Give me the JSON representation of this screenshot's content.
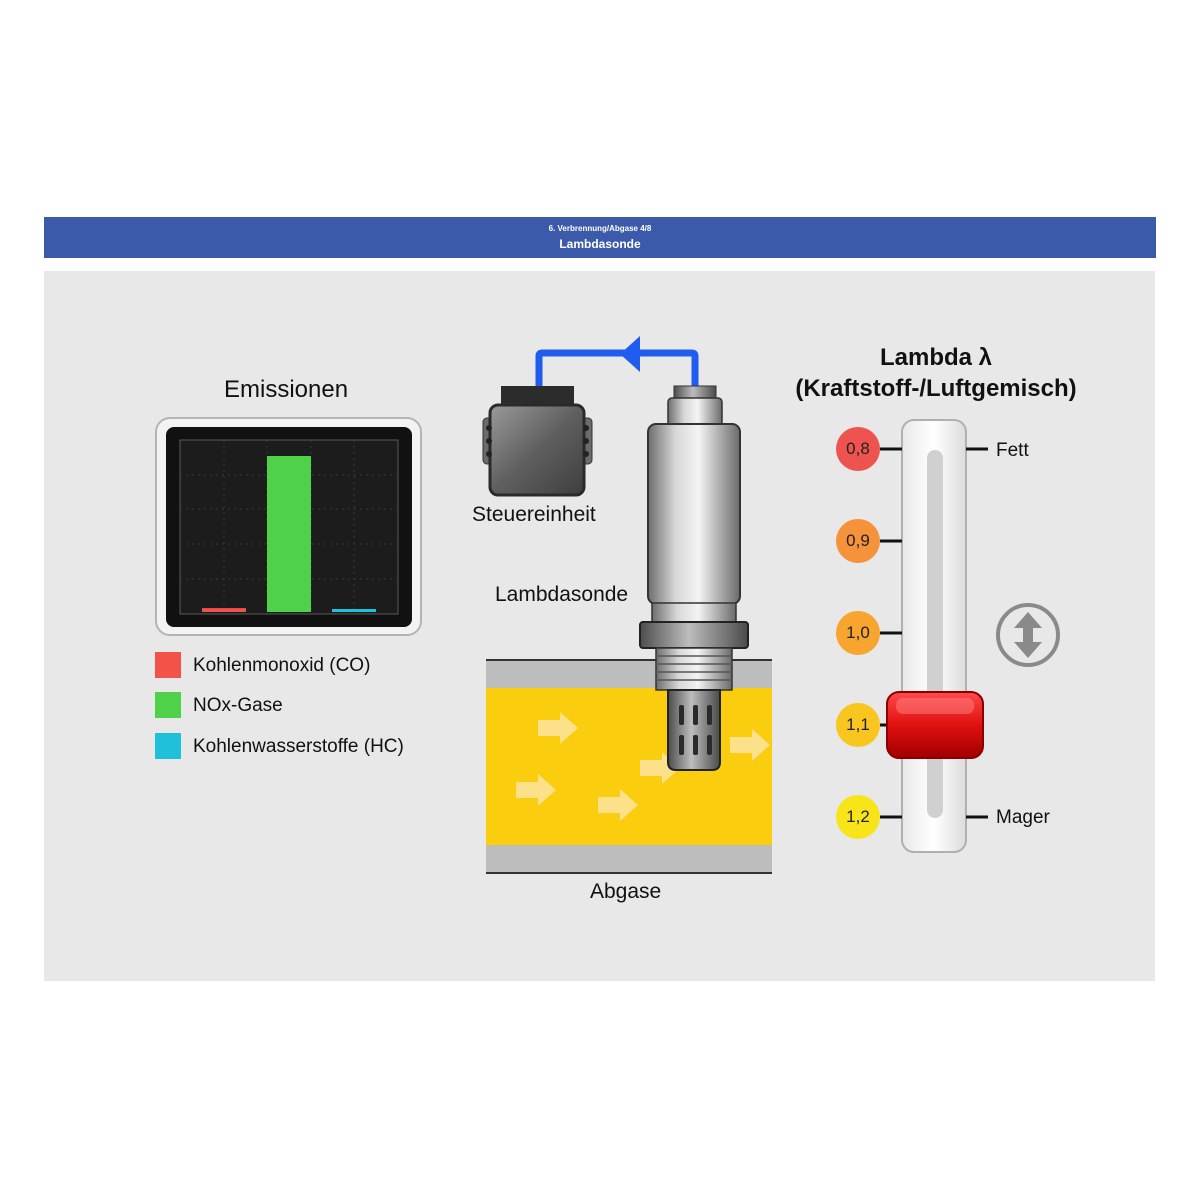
{
  "header": {
    "section": "6. Verbrennung/Abgase 4/8",
    "title": "Lambdasonde",
    "color": "#3b5aaa"
  },
  "emissions": {
    "title": "Emissionen",
    "legend": [
      {
        "label": "Kohlenmonoxid (CO)",
        "color": "#f2524a"
      },
      {
        "label": "NOx-Gase",
        "color": "#4fd14a"
      },
      {
        "label": "Kohlenwasserstoffe (HC)",
        "color": "#1fc0d9"
      }
    ]
  },
  "chart_data": {
    "type": "bar",
    "categories": [
      "Kohlenmonoxid (CO)",
      "NOx-Gase",
      "Kohlenwasserstoffe (HC)"
    ],
    "values": [
      0.025,
      1.0,
      0.015
    ],
    "ylim": [
      0,
      1.1
    ],
    "grid": true
  },
  "diagram": {
    "control_unit_label": "Steuereinheit",
    "sensor_label": "Lambdasonde",
    "exhaust_label": "Abgase"
  },
  "lambda": {
    "title": "Lambda λ (Kraftstoff-/Luftgemisch)",
    "scale": [
      {
        "value": "0,8",
        "color": "#ef5350"
      },
      {
        "value": "0,9",
        "color": "#f5923a"
      },
      {
        "value": "1,0",
        "color": "#f7a52e"
      },
      {
        "value": "1,1",
        "color": "#f8c61f"
      },
      {
        "value": "1,2",
        "color": "#f7e51a"
      }
    ],
    "rich_label": "Fett",
    "lean_label": "Mager",
    "current_value": "1,1",
    "drag_icon": "up-down-arrow-icon"
  }
}
